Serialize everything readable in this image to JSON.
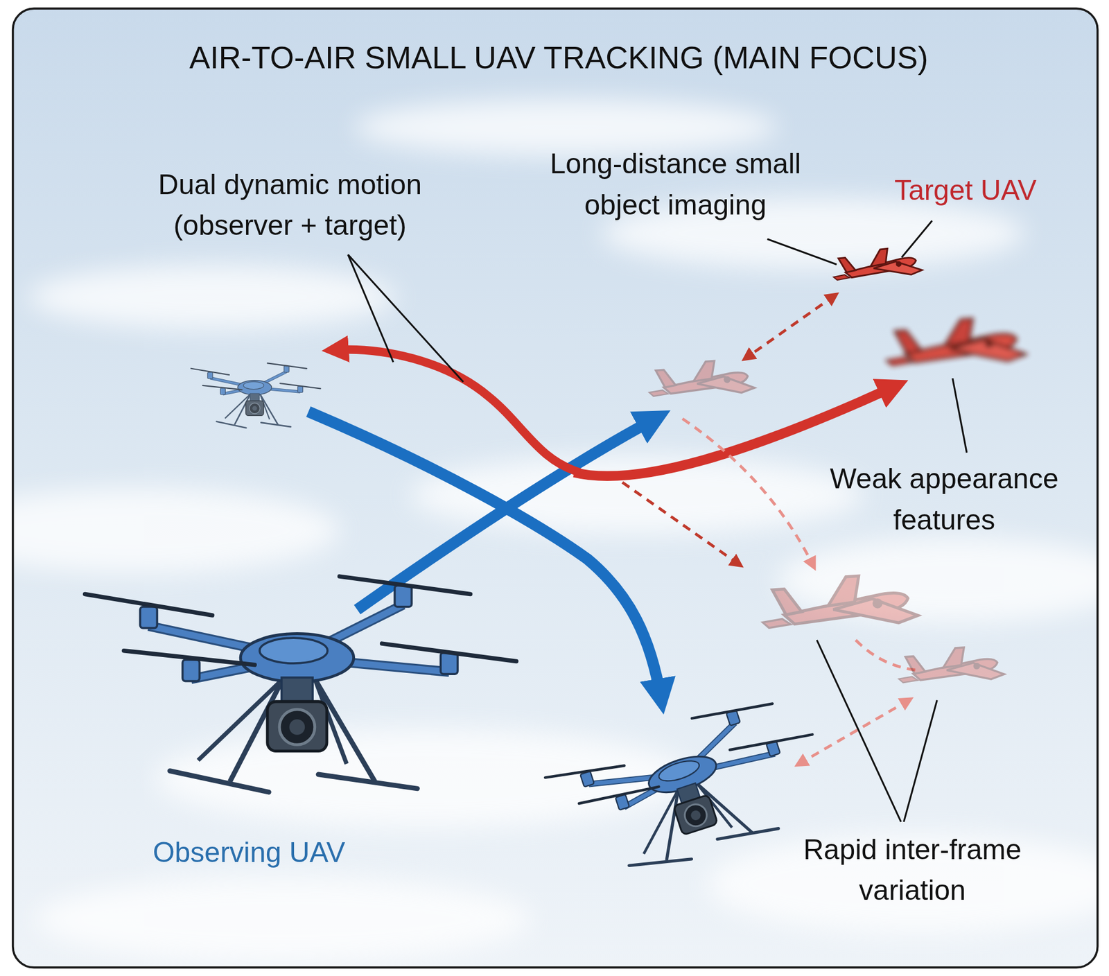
{
  "diagram": {
    "title": "AIR-TO-AIR SMALL UAV TRACKING (MAIN FOCUS)",
    "labels": [
      "Dual dynamic motion (observer + target)",
      "Long-distance small object imaging",
      "Target UAV",
      "Weak appearance features",
      "Rapid inter-frame variation",
      "Observing UAV"
    ]
  }
}
